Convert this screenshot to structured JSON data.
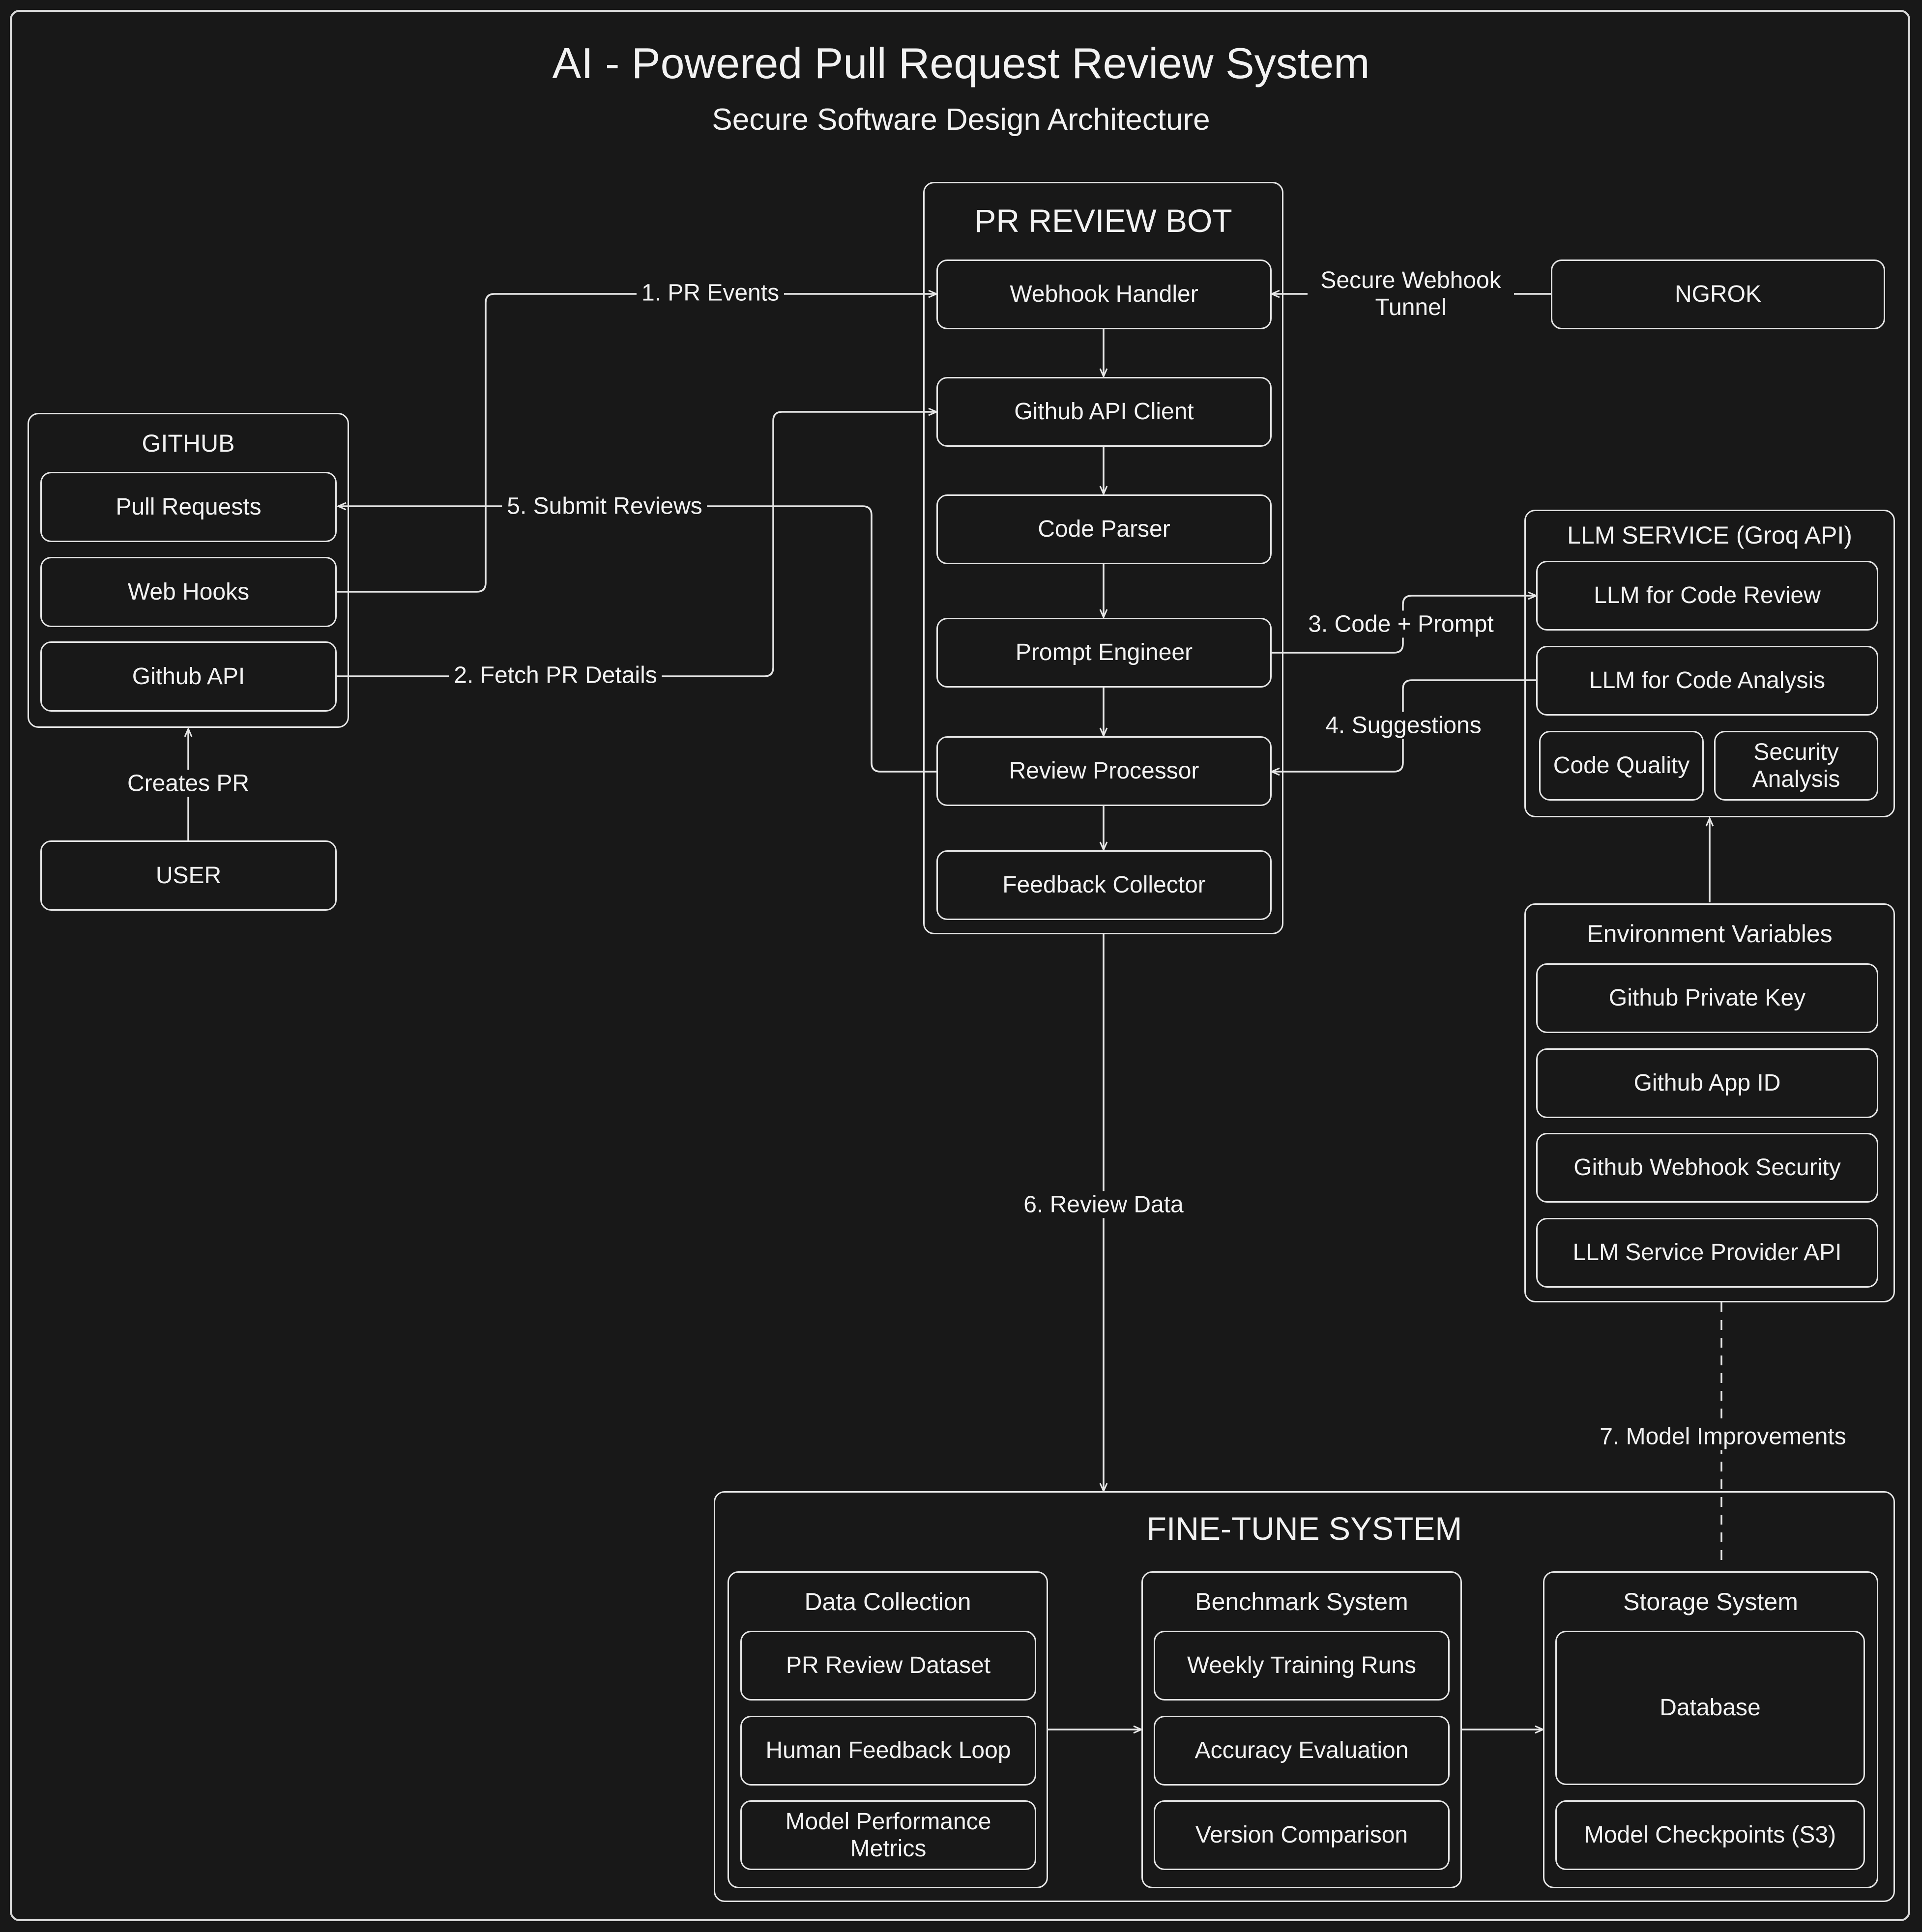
{
  "title": "AI - Powered Pull Request Review System",
  "subtitle": "Secure Software Design Architecture",
  "bot": {
    "title": "PR REVIEW BOT",
    "nodes": [
      "Webhook Handler",
      "Github API Client",
      "Code Parser",
      "Prompt Engineer",
      "Review Processor",
      "Feedback Collector"
    ]
  },
  "github": {
    "title": "GITHUB",
    "nodes": [
      "Pull Requests",
      "Web Hooks",
      "Github API"
    ]
  },
  "user": "USER",
  "ngrok": "NGROK",
  "llm": {
    "title": "LLM SERVICE (Groq API)",
    "nodes": [
      "LLM for Code Review",
      "LLM for Code Analysis",
      "Code Quality",
      "Security Analysis"
    ]
  },
  "env": {
    "title": "Environment Variables",
    "nodes": [
      "Github Private Key",
      "Github App ID",
      "Github Webhook Security",
      "LLM Service Provider API"
    ]
  },
  "finetune": {
    "title": "FINE-TUNE SYSTEM",
    "data": {
      "title": "Data Collection",
      "nodes": [
        "PR Review Dataset",
        "Human Feedback Loop",
        "Model Performance Metrics"
      ]
    },
    "bench": {
      "title": "Benchmark System",
      "nodes": [
        "Weekly Training Runs",
        "Accuracy Evaluation",
        "Version Comparison"
      ]
    },
    "storage": {
      "title": "Storage System",
      "nodes": [
        "Database",
        "Model Checkpoints (S3)"
      ]
    }
  },
  "edges": {
    "pr_events": "1. PR Events",
    "fetch": "2. Fetch PR Details",
    "code_prompt": "3. Code + Prompt",
    "suggestions": "4. Suggestions",
    "submit": "5. Submit Reviews",
    "review_data": "6. Review Data",
    "model_improvements": "7. Model Improvements",
    "tunnel": "Secure Webhook Tunnel",
    "creates_pr": "Creates PR"
  }
}
